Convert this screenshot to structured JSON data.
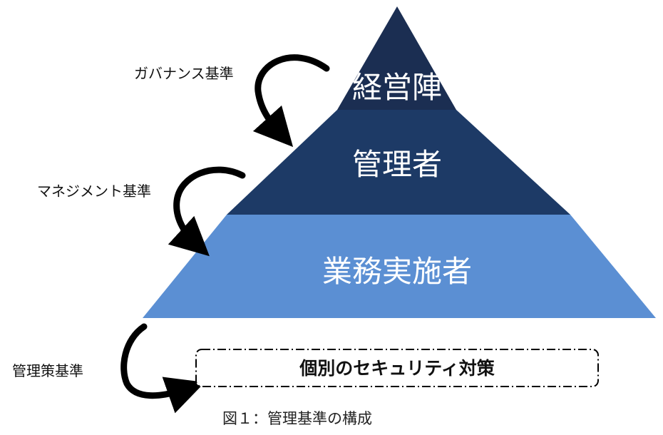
{
  "pyramid": {
    "tiers": [
      {
        "label": "経営陣",
        "color": "#1b2e52"
      },
      {
        "label": "管理者",
        "color": "#1d3a66"
      },
      {
        "label": "業務実施者",
        "color": "#5b8fd3"
      }
    ]
  },
  "standards": [
    {
      "label": "ガバナンス基準"
    },
    {
      "label": "マネジメント基準"
    },
    {
      "label": "管理策基準"
    }
  ],
  "controls_box": {
    "label": "個別のセキュリティ対策"
  },
  "caption": "図１：管理基準の構成",
  "colors": {
    "arrow": "#000000",
    "box_border": "#000000",
    "text": "#111111"
  }
}
